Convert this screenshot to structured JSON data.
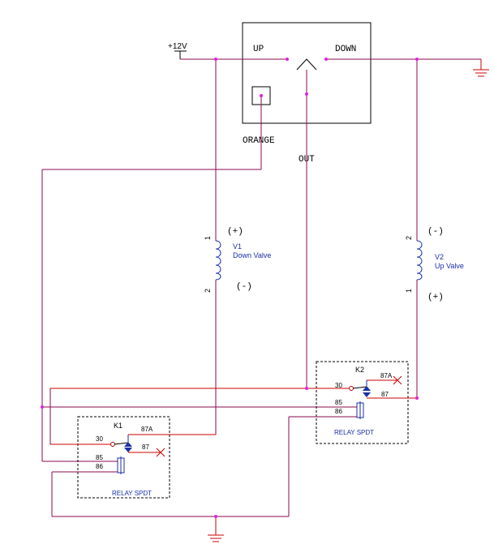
{
  "colors": {
    "wire": "#8b0a50",
    "wire_red": "#cc0000",
    "node": "#e020e0",
    "coil": "#1a2fa8",
    "box": "#000000",
    "ground": "#cc0000"
  },
  "switch": {
    "up_label": "UP",
    "down_label": "DOWN",
    "out_label": "OUT",
    "orange_label": "ORANGE"
  },
  "supply": {
    "label": "+12V"
  },
  "v1": {
    "name": "V1",
    "desc": "Down Valve",
    "pin_top": "1",
    "pin_bottom": "2",
    "sign_top": "(+)",
    "sign_bottom": "(-)"
  },
  "v2": {
    "name": "V2",
    "desc": "Up Valve",
    "pin_top": "2",
    "pin_bottom": "1",
    "sign_top": "(-)",
    "sign_bottom": "(+)"
  },
  "k1": {
    "name": "K1",
    "type": "RELAY SPDT",
    "pin_30": "30",
    "pin_87a": "87A",
    "pin_87": "87",
    "pin_85": "85",
    "pin_86": "86"
  },
  "k2": {
    "name": "K2",
    "type": "RELAY SPDT",
    "pin_30": "30",
    "pin_87a": "87A",
    "pin_87": "87",
    "pin_85": "85",
    "pin_86": "86"
  }
}
